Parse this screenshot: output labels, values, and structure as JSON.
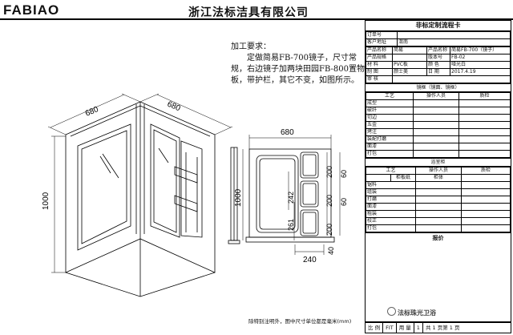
{
  "header": {
    "logo": "FABIAO",
    "company": "浙江法标洁具有限公司"
  },
  "requirements": {
    "title": "加工要求：",
    "body": "定做简易FB-700镜子，尺寸常规，右边镜子加两块田园FB-800置物板，带护栏，其它不变，如图所示。"
  },
  "drawing": {
    "left_dims": {
      "width_a": "680",
      "width_b": "680",
      "height": "1000"
    },
    "right_dims": {
      "width": "680",
      "height": "1000",
      "w240": "240",
      "d40": "40",
      "h200a": "200",
      "h200b": "200",
      "h200c": "200",
      "h60a": "60",
      "h60b": "60",
      "h242": "242",
      "h261": "261"
    }
  },
  "note": "除特别注明外，图中尺寸单位都是毫米(mm)",
  "card": {
    "title": "非标定制流程卡",
    "rows": [
      {
        "label": "订单号",
        "value": ""
      },
      {
        "label": "客户地址",
        "value": "渭南"
      }
    ],
    "product": {
      "name_label": "产品名称",
      "name_value": "简易",
      "name2_label": "产品名称",
      "name2_value": "简易FB-700（镜子）",
      "spec_label": "产品规格",
      "spec_value": "",
      "ver_label": "版本号",
      "ver_value": "FB-02",
      "mat_label": "材  料",
      "mat_value": "PVC板",
      "color_label": "颜  色",
      "color_value": "哑光白",
      "maker_label": "制  图",
      "maker_value": "颜士美",
      "date_label": "日  期",
      "date_value": "2017.4.19",
      "audit_label": "审  核",
      "audit_value": ""
    },
    "sec1": "镜框（镜面、镜框）",
    "sec1_head": {
      "a": "工艺",
      "b": "操作人员",
      "c": "质检"
    },
    "sec1_items": [
      "成型",
      "破纤",
      "切边",
      "五金",
      "烤注",
      "装配打磨",
      "面漆",
      "打包"
    ],
    "sec2": "浴室柜",
    "sec2_head": {
      "a": "工艺",
      "b": "操作人员",
      "c": "质检"
    },
    "sec2_sub": {
      "a": "柜板纸",
      "b": "柜体"
    },
    "sec2_items": [
      "锯料",
      "组装",
      "打磨",
      "面漆",
      "粗装",
      "校正",
      "打包"
    ],
    "quote": "报价"
  },
  "footer": {
    "scale_label": "比 例",
    "scale_value": "FIT",
    "qty_label": "用 量",
    "qty_value": "1",
    "sheets": "共 1 页第 1 页"
  },
  "watermark": "法标珠光卫浴"
}
